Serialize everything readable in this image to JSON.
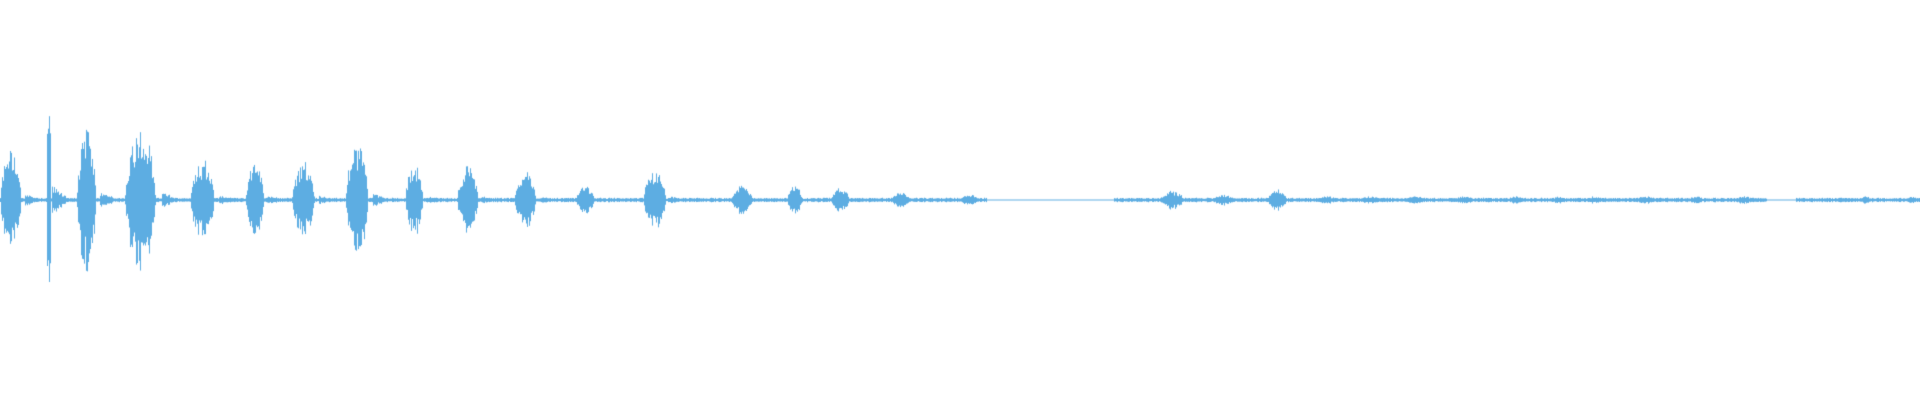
{
  "waveform": {
    "color": "#5DADE2",
    "baseline_fraction": 0.5,
    "segments": [
      {
        "start": 0.0,
        "end": 0.013,
        "peak": 0.27
      },
      {
        "start": 0.024,
        "end": 0.027,
        "peak": 0.63
      },
      {
        "start": 0.04,
        "end": 0.052,
        "peak": 0.4
      },
      {
        "start": 0.065,
        "end": 0.084,
        "peak": 0.38
      },
      {
        "start": 0.099,
        "end": 0.114,
        "peak": 0.23
      },
      {
        "start": 0.128,
        "end": 0.139,
        "peak": 0.22
      },
      {
        "start": 0.152,
        "end": 0.166,
        "peak": 0.21
      },
      {
        "start": 0.18,
        "end": 0.194,
        "peak": 0.32
      },
      {
        "start": 0.211,
        "end": 0.222,
        "peak": 0.19
      },
      {
        "start": 0.238,
        "end": 0.251,
        "peak": 0.18
      },
      {
        "start": 0.268,
        "end": 0.281,
        "peak": 0.16
      },
      {
        "start": 0.3,
        "end": 0.311,
        "peak": 0.08
      },
      {
        "start": 0.335,
        "end": 0.349,
        "peak": 0.16
      },
      {
        "start": 0.381,
        "end": 0.394,
        "peak": 0.08
      },
      {
        "start": 0.41,
        "end": 0.419,
        "peak": 0.08
      },
      {
        "start": 0.433,
        "end": 0.444,
        "peak": 0.07
      },
      {
        "start": 0.464,
        "end": 0.476,
        "peak": 0.04
      },
      {
        "start": 0.5,
        "end": 0.511,
        "peak": 0.03
      },
      {
        "start": 0.604,
        "end": 0.619,
        "peak": 0.05
      },
      {
        "start": 0.632,
        "end": 0.644,
        "peak": 0.03
      },
      {
        "start": 0.66,
        "end": 0.672,
        "peak": 0.06
      },
      {
        "start": 0.684,
        "end": 0.7,
        "peak": 0.02
      },
      {
        "start": 0.708,
        "end": 0.722,
        "peak": 0.02
      },
      {
        "start": 0.731,
        "end": 0.745,
        "peak": 0.02
      },
      {
        "start": 0.757,
        "end": 0.77,
        "peak": 0.02
      },
      {
        "start": 0.785,
        "end": 0.795,
        "peak": 0.02
      },
      {
        "start": 0.808,
        "end": 0.817,
        "peak": 0.02
      },
      {
        "start": 0.826,
        "end": 0.836,
        "peak": 0.02
      },
      {
        "start": 0.852,
        "end": 0.864,
        "peak": 0.02
      },
      {
        "start": 0.879,
        "end": 0.889,
        "peak": 0.02
      },
      {
        "start": 0.903,
        "end": 0.915,
        "peak": 0.02
      },
      {
        "start": 0.944,
        "end": 0.954,
        "peak": 0.01
      },
      {
        "start": 0.968,
        "end": 0.976,
        "peak": 0.02
      },
      {
        "start": 0.993,
        "end": 1.0,
        "peak": 0.02
      }
    ],
    "silence_ranges": [
      {
        "start": 0.514,
        "end": 0.58
      },
      {
        "start": 0.92,
        "end": 0.935
      }
    ]
  }
}
